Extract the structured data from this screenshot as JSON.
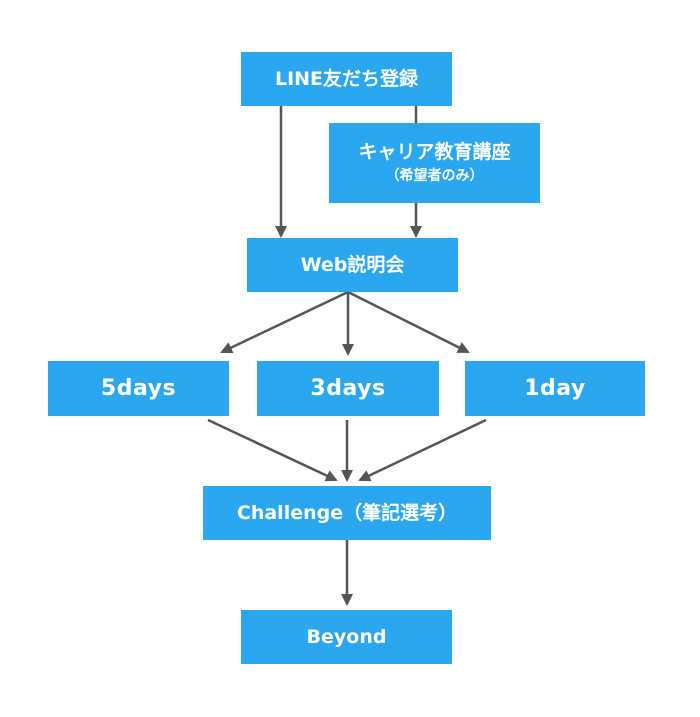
{
  "colors": {
    "box": "#2aa7ee",
    "box_text": "#ffffff",
    "arrow": "#555555"
  },
  "nodes": {
    "line": {
      "label": "LINE友だち登録"
    },
    "career": {
      "label": "キャリア教育講座",
      "sublabel": "（希望者のみ）"
    },
    "web": {
      "label": "Web説明会"
    },
    "days5": {
      "label": "5days"
    },
    "days3": {
      "label": "3days"
    },
    "day1": {
      "label": "1day"
    },
    "challenge": {
      "label": "Challenge（筆記選考）"
    },
    "beyond": {
      "label": "Beyond"
    }
  },
  "edges": [
    {
      "from": "line",
      "to": "web"
    },
    {
      "from": "line",
      "to": "career"
    },
    {
      "from": "career",
      "to": "web"
    },
    {
      "from": "web",
      "to": "days5"
    },
    {
      "from": "web",
      "to": "days3"
    },
    {
      "from": "web",
      "to": "day1"
    },
    {
      "from": "days5",
      "to": "challenge"
    },
    {
      "from": "days3",
      "to": "challenge"
    },
    {
      "from": "day1",
      "to": "challenge"
    },
    {
      "from": "challenge",
      "to": "beyond"
    }
  ]
}
